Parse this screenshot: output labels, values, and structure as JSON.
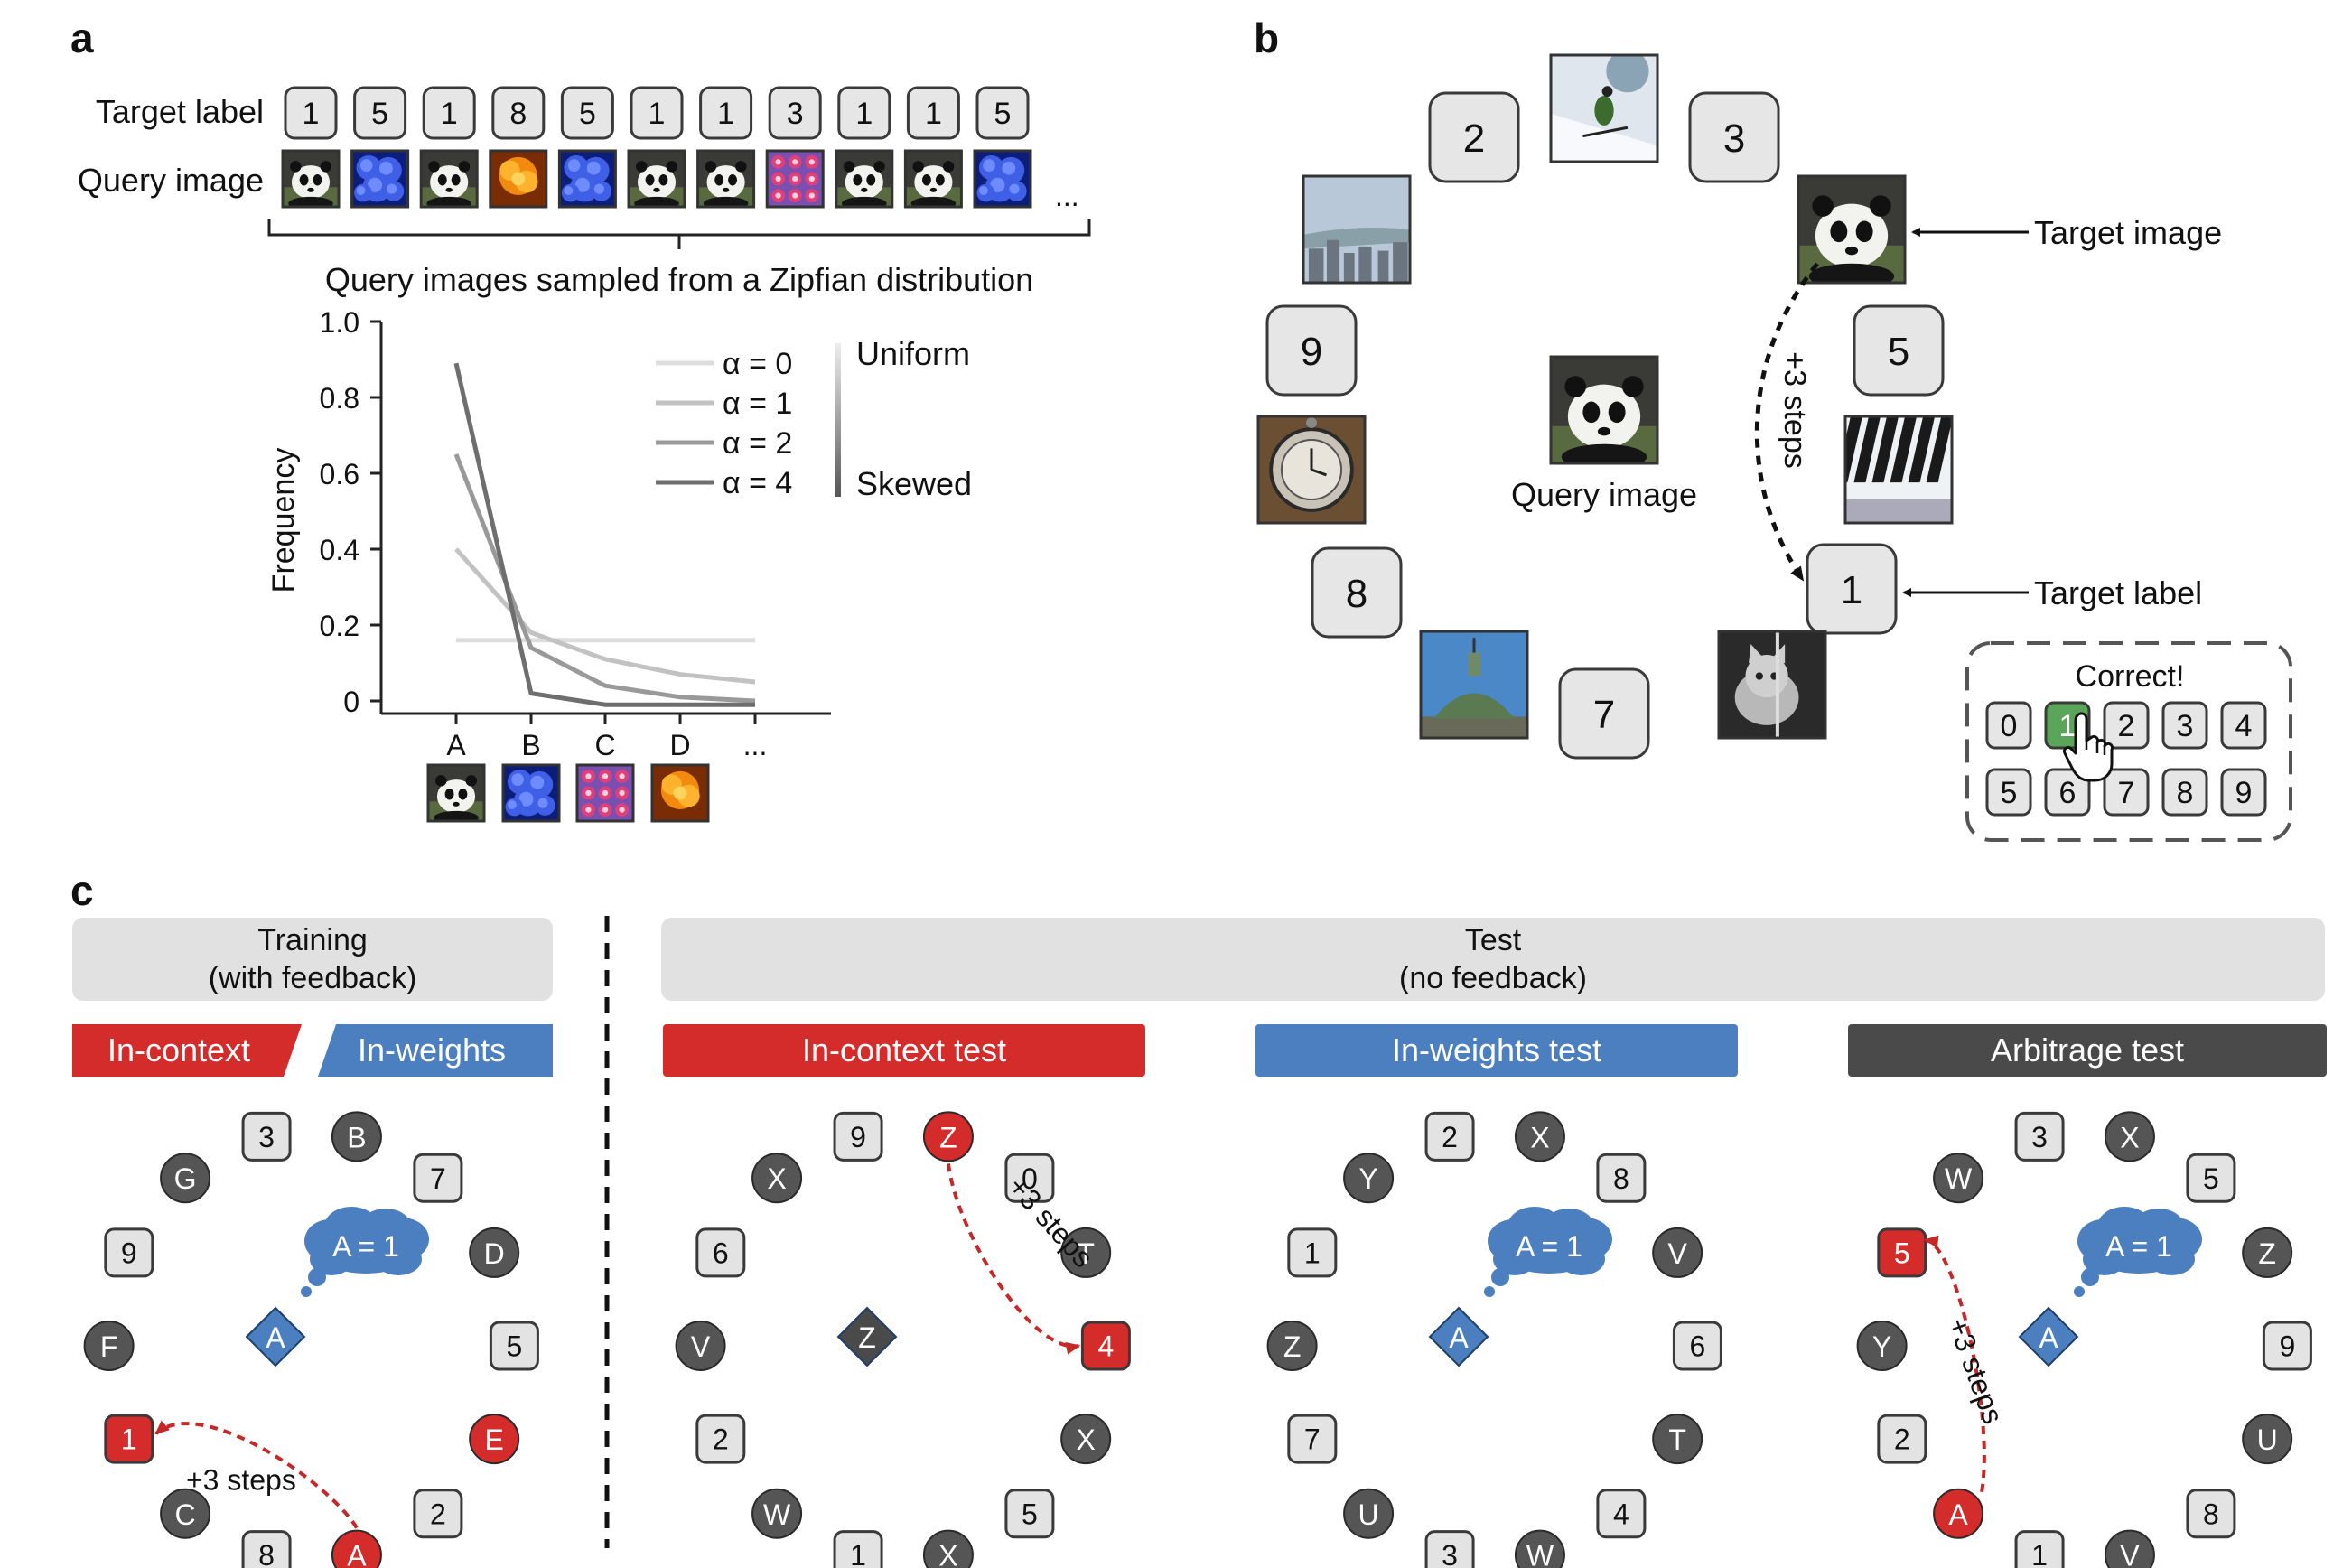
{
  "panel_a": {
    "letter": "a",
    "target_label_heading": "Target label",
    "query_image_heading": "Query image",
    "sequence_labels": [
      "1",
      "5",
      "1",
      "8",
      "5",
      "1",
      "1",
      "3",
      "1",
      "1",
      "5"
    ],
    "sequence_images": [
      "panda",
      "flower-blue",
      "panda",
      "flower-orange",
      "flower-blue",
      "panda",
      "panda",
      "flower-pink",
      "panda",
      "panda",
      "flower-blue"
    ],
    "sequence_ellipsis": "...",
    "brace_caption": "Query images sampled from a Zipfian distribution",
    "legend_uniform": "Uniform",
    "legend_skewed": "Skewed",
    "category_images": [
      "panda",
      "flower-blue",
      "flower-pink",
      "flower-orange"
    ]
  },
  "chart_data": {
    "type": "line",
    "ylabel": "Frequency",
    "xlabel": "",
    "categories": [
      "A",
      "B",
      "C",
      "D",
      "..."
    ],
    "ylim": [
      0,
      1.0
    ],
    "yticks": [
      "0",
      "0.2",
      "0.4",
      "0.6",
      "0.8",
      "1.0"
    ],
    "legend_placement": "top-right",
    "series": [
      {
        "name": "α = 0",
        "color": "#dddddd",
        "values": [
          0.16,
          0.16,
          0.16,
          0.16,
          0.16
        ]
      },
      {
        "name": "α = 1",
        "color": "#c2c2c2",
        "values": [
          0.4,
          0.18,
          0.11,
          0.07,
          0.05
        ]
      },
      {
        "name": "α = 2",
        "color": "#999999",
        "values": [
          0.65,
          0.14,
          0.04,
          0.01,
          0.0
        ]
      },
      {
        "name": "α = 4",
        "color": "#6e6e6e",
        "values": [
          0.89,
          0.02,
          -0.01,
          -0.01,
          -0.01
        ]
      }
    ]
  },
  "panel_b": {
    "letter": "b",
    "center_caption": "Query image",
    "target_image_label": "Target image",
    "target_label_label": "Target label",
    "steps_label": "+3 steps",
    "correct_label": "Correct!",
    "ring": [
      {
        "kind": "label",
        "text": "2"
      },
      {
        "kind": "image",
        "image": "skier"
      },
      {
        "kind": "label",
        "text": "3"
      },
      {
        "kind": "image",
        "image": "panda"
      },
      {
        "kind": "label",
        "text": "5"
      },
      {
        "kind": "image",
        "image": "piano"
      },
      {
        "kind": "label",
        "text": "1"
      },
      {
        "kind": "image",
        "image": "kitten"
      },
      {
        "kind": "label",
        "text": "7"
      },
      {
        "kind": "image",
        "image": "dome"
      },
      {
        "kind": "label",
        "text": "8"
      },
      {
        "kind": "image",
        "image": "watch"
      },
      {
        "kind": "label",
        "text": "9"
      },
      {
        "kind": "image",
        "image": "city"
      }
    ],
    "keypad": [
      "0",
      "1",
      "2",
      "3",
      "4",
      "5",
      "6",
      "7",
      "8",
      "9"
    ],
    "keypad_selected": "1",
    "accent_green": "#5aa55a"
  },
  "panel_c": {
    "letter": "c",
    "training_box": [
      "Training",
      "(with feedback)"
    ],
    "test_box": [
      "Test",
      "(no feedback)"
    ],
    "incontext_tab": "In-context",
    "inweights_tab": "In-weights",
    "test_headers": [
      "In-context test",
      "In-weights test",
      "Arbitrage test"
    ],
    "colors": {
      "red": "#d42b2b",
      "blue": "#4b7fc0",
      "dark": "#4a4a4a",
      "gray_box": "#e0e0e0"
    },
    "rings": [
      {
        "nodes": [
          [
            "circle",
            "B"
          ],
          [
            "square",
            "7"
          ],
          [
            "circle",
            "D"
          ],
          [
            "square",
            "5"
          ],
          [
            "circle",
            "E",
            "red"
          ],
          [
            "square",
            "2"
          ],
          [
            "circle",
            "A",
            "red"
          ],
          [
            "square",
            "8"
          ],
          [
            "circle",
            "C"
          ],
          [
            "square",
            "1",
            "red"
          ],
          [
            "circle",
            "F"
          ],
          [
            "square",
            "9"
          ],
          [
            "circle",
            "G"
          ],
          [
            "square",
            "3"
          ]
        ],
        "center": "A",
        "center_color": "blue",
        "thought": "A = 1",
        "steps": "+3 steps"
      },
      {
        "nodes": [
          [
            "circle",
            "Z",
            "red"
          ],
          [
            "square",
            "0"
          ],
          [
            "circle",
            "T"
          ],
          [
            "square",
            "4",
            "red"
          ],
          [
            "circle",
            "X"
          ],
          [
            "square",
            "5"
          ],
          [
            "circle",
            "X"
          ],
          [
            "square",
            "1"
          ],
          [
            "circle",
            "W"
          ],
          [
            "square",
            "2"
          ],
          [
            "circle",
            "V"
          ],
          [
            "square",
            "6"
          ],
          [
            "circle",
            "X"
          ],
          [
            "square",
            "9"
          ]
        ],
        "center": "Z",
        "center_color": "dark",
        "thought": "",
        "steps": "+3 steps"
      },
      {
        "nodes": [
          [
            "circle",
            "X"
          ],
          [
            "square",
            "8"
          ],
          [
            "circle",
            "V"
          ],
          [
            "square",
            "6"
          ],
          [
            "circle",
            "T"
          ],
          [
            "square",
            "4"
          ],
          [
            "circle",
            "W"
          ],
          [
            "square",
            "3"
          ],
          [
            "circle",
            "U"
          ],
          [
            "square",
            "7"
          ],
          [
            "circle",
            "Z"
          ],
          [
            "square",
            "1"
          ],
          [
            "circle",
            "Y"
          ],
          [
            "square",
            "2"
          ]
        ],
        "center": "A",
        "center_color": "blue",
        "thought": "A = 1",
        "steps": ""
      },
      {
        "nodes": [
          [
            "circle",
            "X"
          ],
          [
            "square",
            "5"
          ],
          [
            "circle",
            "Z"
          ],
          [
            "square",
            "9"
          ],
          [
            "circle",
            "U"
          ],
          [
            "square",
            "8"
          ],
          [
            "circle",
            "V"
          ],
          [
            "square",
            "1"
          ],
          [
            "circle",
            "A",
            "red"
          ],
          [
            "square",
            "2"
          ],
          [
            "circle",
            "Y"
          ],
          [
            "square",
            "5",
            "red"
          ],
          [
            "circle",
            "W"
          ],
          [
            "square",
            "3"
          ]
        ],
        "center": "A",
        "center_color": "blue",
        "thought": "A = 1",
        "steps": "+3 steps"
      }
    ]
  }
}
